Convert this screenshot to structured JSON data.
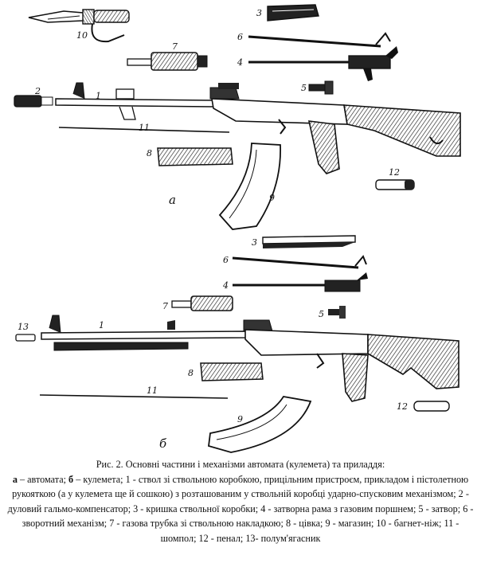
{
  "labels": {
    "n1": "1",
    "n2": "2",
    "n3": "3",
    "n4": "4",
    "n5": "5",
    "n6": "6",
    "n7": "7",
    "n8": "8",
    "n9": "9",
    "n10": "10",
    "n11": "11",
    "n12": "12",
    "n13": "13",
    "panel_a": "a",
    "panel_b": "б"
  },
  "caption": {
    "title": "Рис. 2. Основні частини і механізми  автомата (кулемета)  та приладдя:",
    "panel_a_key": "а",
    "panel_a_text": " – автомата; ",
    "panel_b_key": "б",
    "panel_b_text": " – кулемета;",
    "body": " 1 - ствол зі ствольною коробкою, прицільним пристроєм, прикладом і пістолетною рукояткою  (а у кулемета ще й сошкою)  з розташованим у ствольній коробці ударно-спусковим механізмом;  2 - дуловий гальмо-компенсатор; 3 - кришка  ствольної коробки;  4 - затворна рама з газовим  поршнем; 5 - затвор; 6 - зворотний механізм; 7 - газова трубка  зі  ствольною накладкою; 8 - цівка; 9 - магазин; 10 - багнет-ніж; 11 - шомпол; 12 - пенал; 13- полум'ягасник"
  },
  "colors": {
    "ink": "#111111",
    "wood": "#3a3a3a",
    "paper": "#ffffff"
  }
}
